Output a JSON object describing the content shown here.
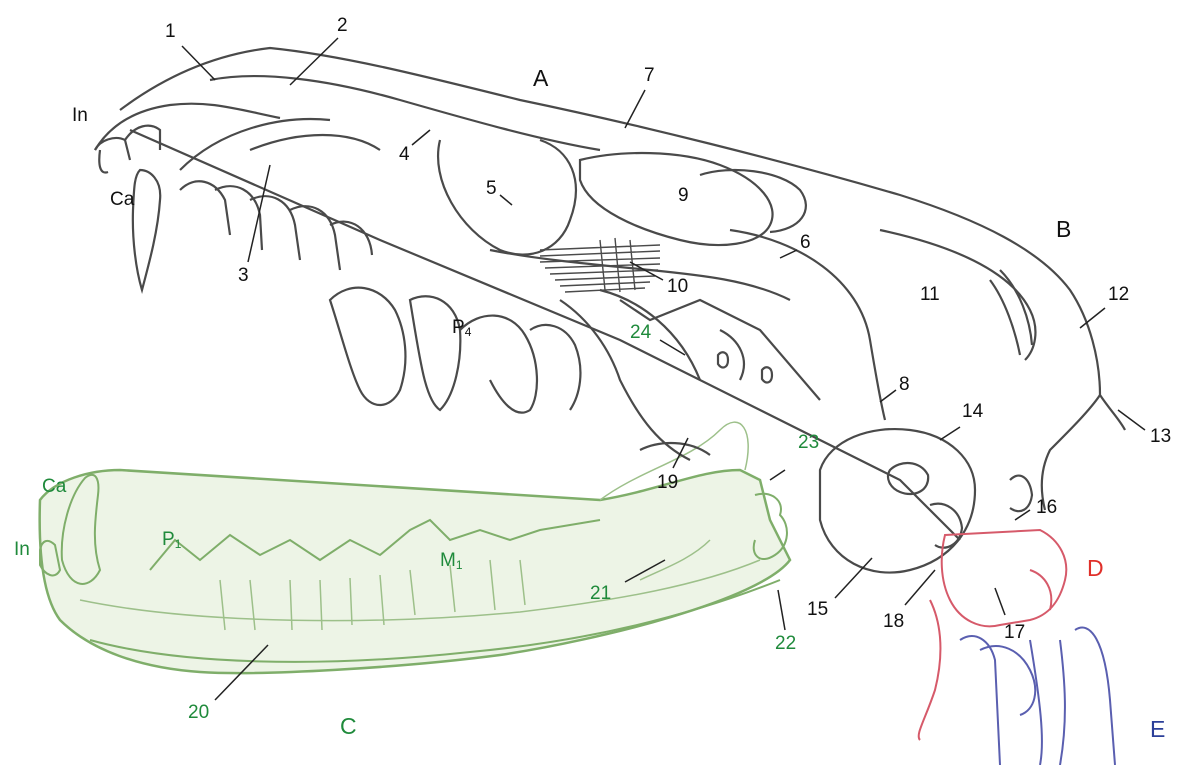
{
  "colors": {
    "skull": "#4a4a4a",
    "mandible": "#7fae6a",
    "mandible_fill": "#e6f0dc",
    "green_label": "#1f8a3b",
    "red_label": "#e0302a",
    "blue_label": "#2b3f99",
    "atlas": "#d65a6a",
    "axis": "#5a5fb0",
    "black_label": "#111111"
  },
  "regions": {
    "A": "A",
    "B": "B",
    "C": "C",
    "D": "D",
    "E": "E"
  },
  "numbers": {
    "n1": "1",
    "n2": "2",
    "n3": "3",
    "n4": "4",
    "n5": "5",
    "n6": "6",
    "n7": "7",
    "n8": "8",
    "n9": "9",
    "n10": "10",
    "n11": "11",
    "n12": "12",
    "n13": "13",
    "n14": "14",
    "n15": "15",
    "n16": "16",
    "n17": "17",
    "n18": "18",
    "n19": "19",
    "n20": "20",
    "n21": "21",
    "n22": "22",
    "n23": "23",
    "n24": "24"
  },
  "teeth_upper": {
    "incisor": "In",
    "canine": "Ca",
    "premolar4_main": "P",
    "premolar4_sub": "4"
  },
  "teeth_lower": {
    "incisor": "In",
    "canine": "Ca",
    "premolar1_main": "P",
    "premolar1_sub": "1",
    "molar1_main": "M",
    "molar1_sub": "1"
  }
}
